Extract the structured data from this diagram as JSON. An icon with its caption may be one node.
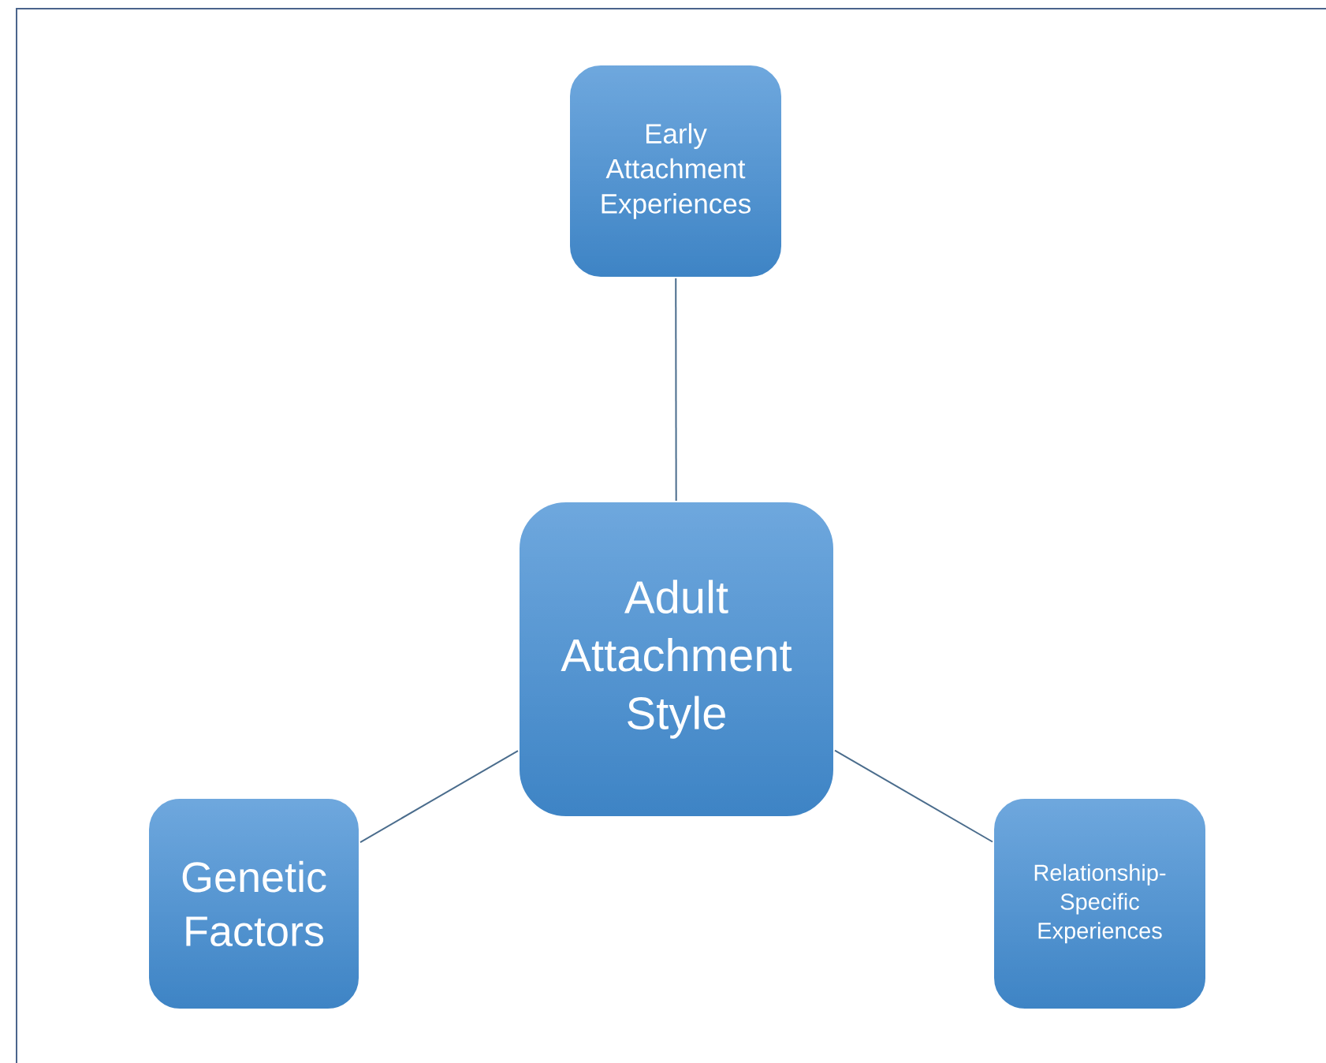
{
  "diagram": {
    "nodes": [
      {
        "text": [
          "Adult Attachment Style"
        ]
      },
      {
        "text": [
          "Early Attachment Experiences"
        ]
      },
      {
        "text": [
          "Genetic Factors"
        ]
      },
      {
        "text": [
          "Relationship-Specific Experiences"
        ]
      }
    ],
    "edges": [
      {
        "from": 0,
        "to": 1,
        "arrow": "none"
      },
      {
        "from": 0,
        "to": 2,
        "arrow": "none"
      },
      {
        "from": 0,
        "to": 3,
        "arrow": "none"
      }
    ]
  }
}
